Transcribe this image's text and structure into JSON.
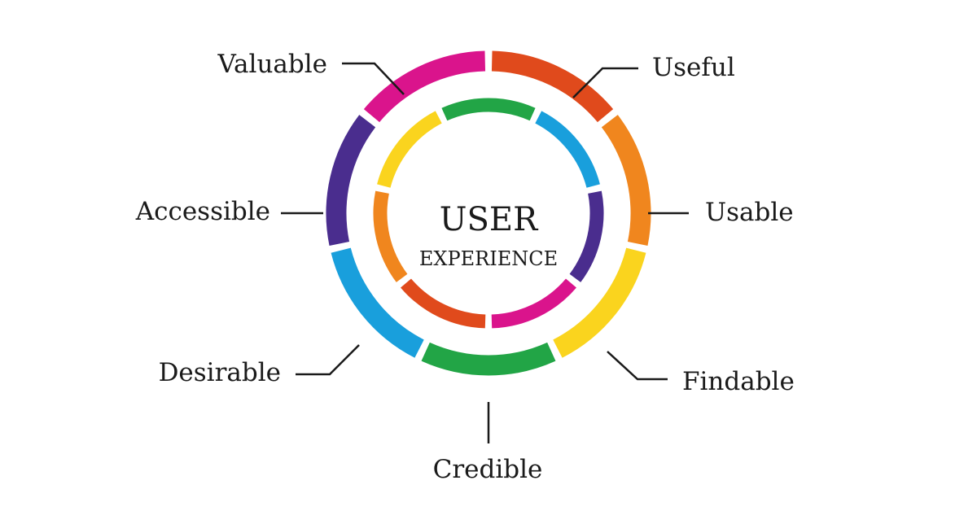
{
  "center": {
    "title": "USER",
    "subtitle": "EXPERIENCE"
  },
  "colors": {
    "red": "#e04a1c",
    "orange": "#f0861e",
    "yellow": "#fad41e",
    "green": "#22a546",
    "blue": "#199fdc",
    "purple": "#4a2d8e",
    "magenta": "#da148c"
  },
  "qualities": [
    {
      "label": "Useful",
      "color": "#e04a1c"
    },
    {
      "label": "Usable",
      "color": "#f0861e"
    },
    {
      "label": "Findable",
      "color": "#fad41e"
    },
    {
      "label": "Credible",
      "color": "#22a546"
    },
    {
      "label": "Desirable",
      "color": "#199fdc"
    },
    {
      "label": "Accessible",
      "color": "#4a2d8e"
    },
    {
      "label": "Valuable",
      "color": "#da148c"
    }
  ],
  "inner_ring_colors": [
    "#199fdc",
    "#4a2d8e",
    "#da148c",
    "#e04a1c",
    "#f0861e",
    "#fad41e",
    "#22a546"
  ]
}
